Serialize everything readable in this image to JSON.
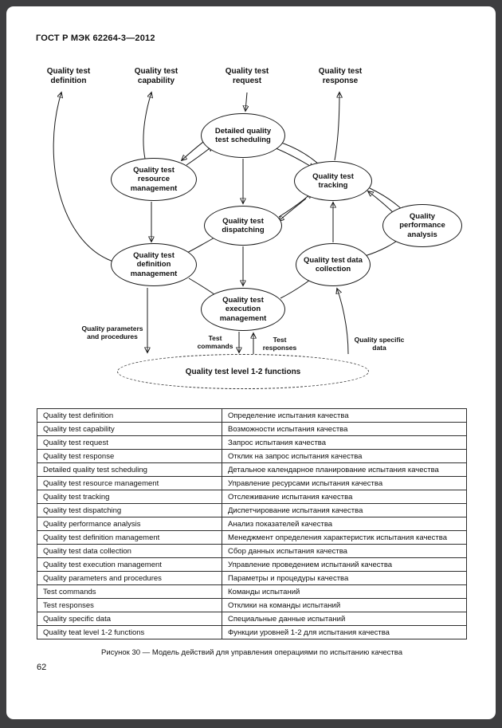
{
  "doc": {
    "header": "ГОСТ Р МЭК 62264-3—2012",
    "caption": "Рисунок 30 — Модель действий для управления операциями по испытанию качества",
    "page_number": "62"
  },
  "diagram": {
    "top_labels": [
      "Quality test definition",
      "Quality test capability",
      "Quality test request",
      "Quality test response"
    ],
    "nodes": {
      "scheduling": "Detailed quality test scheduling",
      "resource": "Quality test resource management",
      "tracking": "Quality test tracking",
      "dispatching": "Quality test dispatching",
      "performance": "Quality performance analysis",
      "definition": "Quality test definition management",
      "data_collection": "Quality test data collection",
      "execution": "Quality test execution management"
    },
    "flow_labels": {
      "parameters": "Quality parameters and procedures",
      "commands": "Test commands",
      "responses": "Test responses",
      "specific_data": "Quality specific data"
    },
    "level_functions": "Quality test level 1-2 functions"
  },
  "table": {
    "rows": [
      {
        "en": "Quality test definition",
        "ru": "Определение испытания качества"
      },
      {
        "en": "Quality test capability",
        "ru": "Возможности испытания качества"
      },
      {
        "en": "Quality test request",
        "ru": "Запрос испытания качества"
      },
      {
        "en": "Quality test response",
        "ru": "Отклик на запрос испытания качества"
      },
      {
        "en": "Detailed quality test scheduling",
        "ru": "Детальное календарное планирование испытания качества"
      },
      {
        "en": "Quality test resource management",
        "ru": "Управление ресурсами испытания качества"
      },
      {
        "en": "Quality test tracking",
        "ru": "Отслеживание испытания качества"
      },
      {
        "en": "Quality test dispatching",
        "ru": "Диспетчирование испытания качества"
      },
      {
        "en": "Quality performance analysis",
        "ru": "Анализ показателей качества"
      },
      {
        "en": "Quality test definition management",
        "ru": "Менеджмент определения характеристик испытания качества"
      },
      {
        "en": "Quality test data collection",
        "ru": "Сбор данных испытания качества"
      },
      {
        "en": "Quality test execution management",
        "ru": "Управление проведением испытаний качества"
      },
      {
        "en": "Quality parameters and procedures",
        "ru": "Параметры и процедуры качества"
      },
      {
        "en": "Test commands",
        "ru": "Команды испытаний"
      },
      {
        "en": "Test responses",
        "ru": "Отклики на команды испытаний"
      },
      {
        "en": "Quality specific data",
        "ru": "Специальные данные испытаний"
      },
      {
        "en": "Quality teat level 1-2 functions",
        "ru": "Функции уровней 1-2 для испытания качества"
      }
    ]
  }
}
